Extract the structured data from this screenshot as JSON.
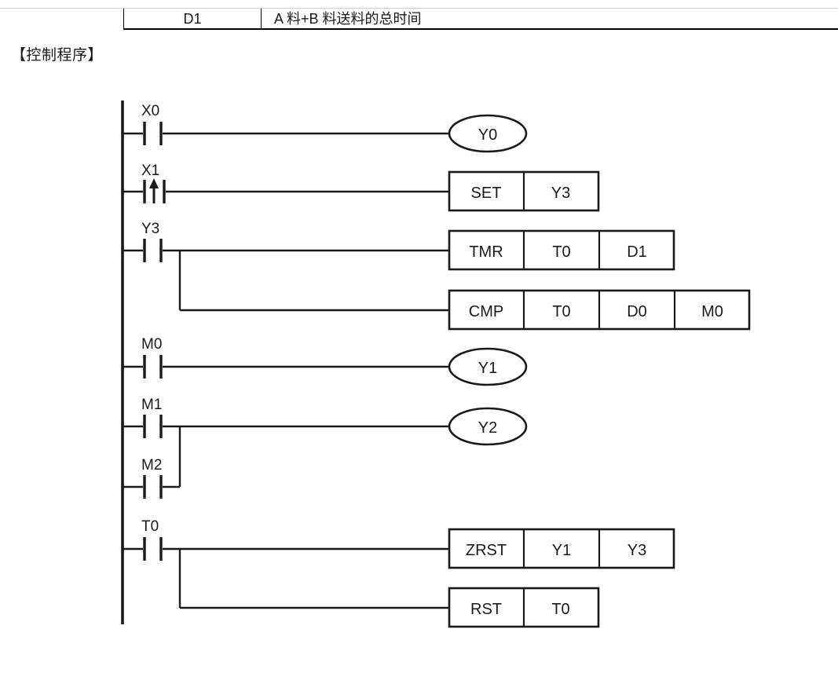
{
  "table": {
    "code": "D1",
    "description": "A 料+B 料送料的总时间"
  },
  "section": {
    "heading": "【控制程序】"
  },
  "ladder": {
    "rungs": [
      {
        "id": "rung-1",
        "contacts": [
          {
            "label": "X0",
            "type": "no"
          }
        ],
        "output": {
          "kind": "coil",
          "label": "Y0"
        }
      },
      {
        "id": "rung-2",
        "contacts": [
          {
            "label": "X1",
            "type": "rising-edge"
          }
        ],
        "output": {
          "kind": "block",
          "cells": [
            "SET",
            "Y3"
          ]
        }
      },
      {
        "id": "rung-3",
        "contacts": [
          {
            "label": "Y3",
            "type": "no"
          }
        ],
        "branches": [
          {
            "kind": "block",
            "cells": [
              "TMR",
              "T0",
              "D1"
            ]
          },
          {
            "kind": "block",
            "cells": [
              "CMP",
              "T0",
              "D0",
              "M0"
            ]
          }
        ]
      },
      {
        "id": "rung-4",
        "contacts": [
          {
            "label": "M0",
            "type": "no"
          }
        ],
        "output": {
          "kind": "coil",
          "label": "Y1"
        }
      },
      {
        "id": "rung-5",
        "contacts": [
          {
            "label": "M1",
            "type": "no"
          },
          {
            "label": "M2",
            "type": "no"
          }
        ],
        "output": {
          "kind": "coil",
          "label": "Y2"
        }
      },
      {
        "id": "rung-6",
        "contacts": [
          {
            "label": "T0",
            "type": "no"
          }
        ],
        "branches": [
          {
            "kind": "block",
            "cells": [
              "ZRST",
              "Y1",
              "Y3"
            ]
          },
          {
            "kind": "block",
            "cells": [
              "RST",
              "T0"
            ]
          }
        ]
      }
    ],
    "labels": {
      "rung1_contact": "X0",
      "rung1_coil": "Y0",
      "rung2_contact": "X1",
      "rung2_cell0": "SET",
      "rung2_cell1": "Y3",
      "rung3_contact": "Y3",
      "rung3a_cell0": "TMR",
      "rung3a_cell1": "T0",
      "rung3a_cell2": "D1",
      "rung3b_cell0": "CMP",
      "rung3b_cell1": "T0",
      "rung3b_cell2": "D0",
      "rung3b_cell3": "M0",
      "rung4_contact": "M0",
      "rung4_coil": "Y1",
      "rung5_contact_a": "M1",
      "rung5_contact_b": "M2",
      "rung5_coil": "Y2",
      "rung6_contact": "T0",
      "rung6a_cell0": "ZRST",
      "rung6a_cell1": "Y1",
      "rung6a_cell2": "Y3",
      "rung6b_cell0": "RST",
      "rung6b_cell1": "T0"
    }
  },
  "colors": {
    "line": "#1a1a1a",
    "background": "#ffffff",
    "table_rule": "#d0d0d0"
  }
}
